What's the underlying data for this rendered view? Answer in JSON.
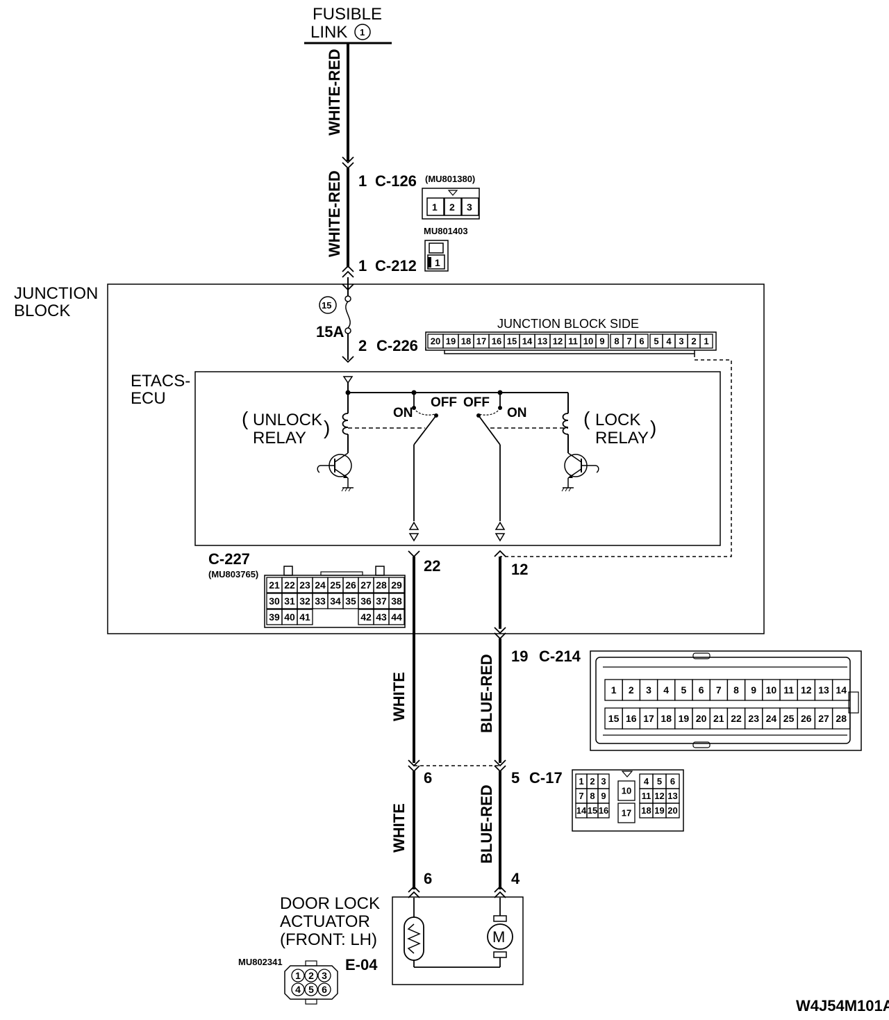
{
  "fusible_link": {
    "line1": "FUSIBLE",
    "line2": "LINK",
    "number": "1"
  },
  "wires": {
    "white_red_1": "WHITE-RED",
    "white_red_2": "WHITE-RED",
    "white_1": "WHITE",
    "blue_red_1": "BLUE-RED",
    "white_2": "WHITE",
    "blue_red_2": "BLUE-RED"
  },
  "connectors": {
    "c126": {
      "pin": "1",
      "name": "C-126",
      "part": "(MU801380)",
      "pins": [
        "1",
        "2",
        "3"
      ]
    },
    "c212": {
      "pin": "1",
      "name": "C-212",
      "part": "MU801403",
      "pins": [
        "1"
      ]
    },
    "c226": {
      "pin": "2",
      "name": "C-226",
      "side_label": "JUNCTION BLOCK SIDE",
      "pins": [
        "20",
        "19",
        "18",
        "17",
        "16",
        "15",
        "14",
        "13",
        "12",
        "11",
        "10",
        "9",
        "8",
        "7",
        "6",
        "5",
        "4",
        "3",
        "2",
        "1"
      ]
    },
    "c227": {
      "name": "C-227",
      "part": "(MU803765)",
      "row1": [
        "21",
        "22",
        "23",
        "24",
        "25",
        "26",
        "27",
        "28",
        "29"
      ],
      "row2": [
        "30",
        "31",
        "32",
        "33",
        "34",
        "35",
        "36",
        "37",
        "38"
      ],
      "row3a": [
        "39",
        "40",
        "41"
      ],
      "row3b": [
        "42",
        "43",
        "44"
      ]
    },
    "c214": {
      "pin": "19",
      "name": "C-214",
      "row1": [
        "1",
        "2",
        "3",
        "4",
        "5",
        "6",
        "7",
        "8",
        "9",
        "10",
        "11",
        "12",
        "13",
        "14"
      ],
      "row2": [
        "15",
        "16",
        "17",
        "18",
        "19",
        "20",
        "21",
        "22",
        "23",
        "24",
        "25",
        "26",
        "27",
        "28"
      ]
    },
    "c17": {
      "name": "C-17",
      "grid_left": [
        [
          "1",
          "2",
          "3"
        ],
        [
          "7",
          "8",
          "9"
        ],
        [
          "14",
          "15",
          "16"
        ]
      ],
      "mid": [
        "10",
        "17"
      ],
      "grid_right": [
        [
          "4",
          "5",
          "6"
        ],
        [
          "11",
          "12",
          "13"
        ],
        [
          "18",
          "19",
          "20"
        ]
      ]
    },
    "e04": {
      "name": "E-04",
      "part": "MU802341",
      "pins": [
        "1",
        "2",
        "3",
        "4",
        "5",
        "6"
      ]
    }
  },
  "junction_block": {
    "line1": "JUNCTION",
    "line2": "BLOCK",
    "fuse_number": "15",
    "fuse_rating": "15A"
  },
  "etacs": {
    "line1": "ETACS-",
    "line2": "ECU"
  },
  "relays": {
    "unlock": {
      "line1": "UNLOCK",
      "line2": "RELAY"
    },
    "lock": {
      "line1": "LOCK",
      "line2": "RELAY"
    },
    "on": "ON",
    "off": "OFF"
  },
  "pin_numbers": {
    "p22": "22",
    "p12": "12",
    "p6a": "6",
    "p5": "5",
    "p6b": "6",
    "p4": "4"
  },
  "actuator": {
    "line1": "DOOR LOCK",
    "line2": "ACTUATOR",
    "line3": "(FRONT: LH)"
  },
  "figure_code": "W4J54M101A"
}
